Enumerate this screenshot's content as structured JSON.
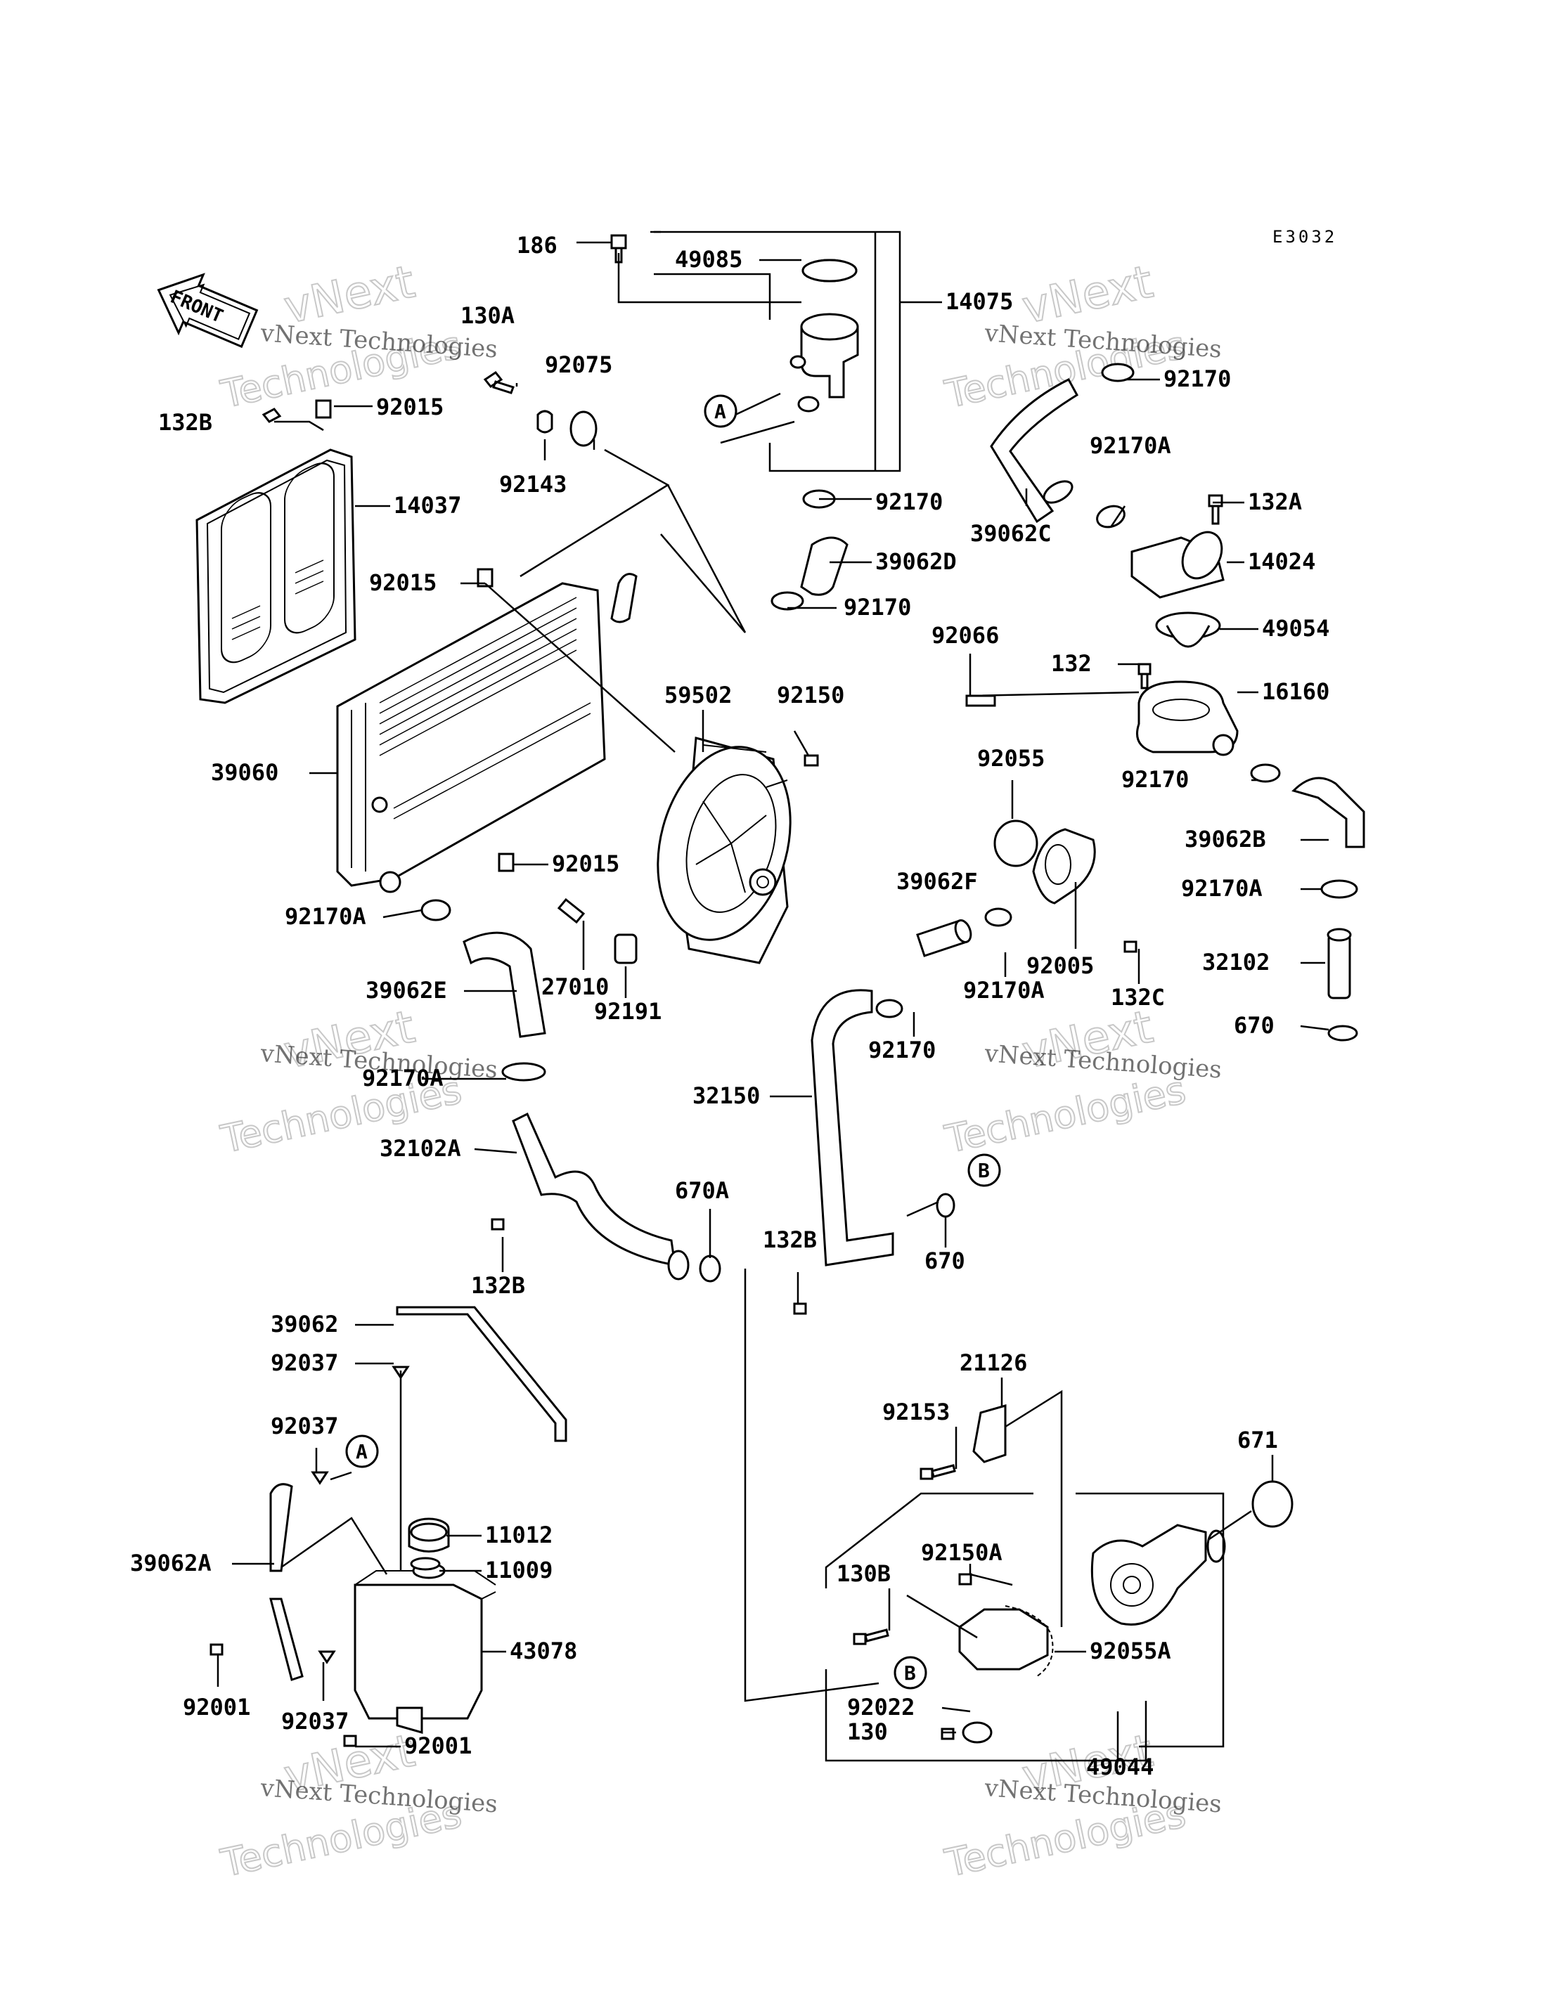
{
  "diagram_code": "E3032",
  "front_label": "FRONT",
  "watermark": {
    "company": "vNext Technologies",
    "brand": "vNext",
    "word": "Technologies"
  },
  "callouts": {
    "a": "A",
    "b": "B"
  },
  "parts": [
    "186",
    "49085",
    "14075",
    "130A",
    "92075",
    "92015",
    "132B",
    "92143",
    "14037",
    "92170",
    "39062D",
    "92015",
    "92170",
    "92170",
    "92170A",
    "132A",
    "39062C",
    "14024",
    "49054",
    "92066",
    "132",
    "16160",
    "59502",
    "92150",
    "39060",
    "92170",
    "92055",
    "39062B",
    "92015",
    "39062F",
    "92170A",
    "92170A",
    "32102",
    "27010",
    "92191",
    "92005",
    "92170A",
    "132C",
    "670",
    "39062E",
    "92170",
    "92170A",
    "32150",
    "32102A",
    "670A",
    "132B",
    "670",
    "132B",
    "39062",
    "92037",
    "21126",
    "92037",
    "92153",
    "671",
    "11012",
    "92150A",
    "39062A",
    "11009",
    "130B",
    "43078",
    "92055A",
    "92001",
    "92022",
    "92037",
    "130",
    "92001",
    "49044"
  ]
}
